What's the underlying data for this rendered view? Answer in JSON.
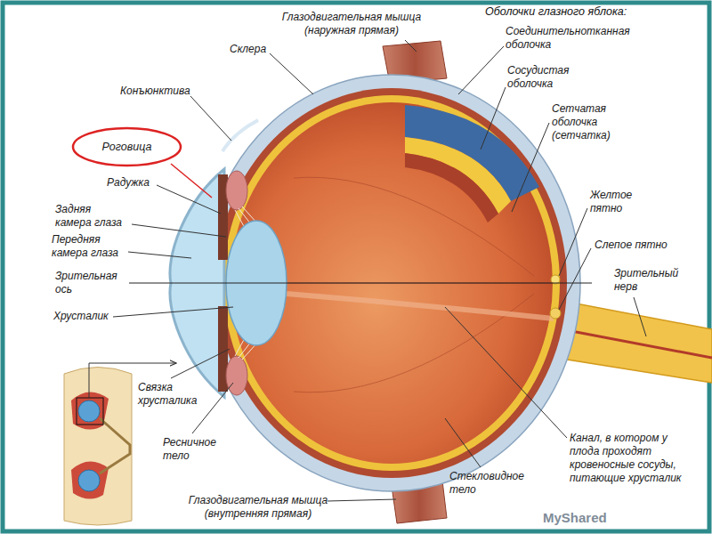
{
  "diagram": {
    "nodes": [
      {
        "text": [
          "Роговица"
        ]
      }
    ],
    "labels": [
      "Глазодвигательная мышца (наружная прямая)",
      "Склера",
      "Оболочки глазного яблока:",
      "Соединительнотканная оболочка",
      "Сосудистая оболочка",
      "Сетчатая оболочка (сетчатка)",
      "Конъюнктива",
      "Радужка",
      "Задняя камера глаза",
      "Передняя камера глаза",
      "Желтое пятно",
      "Слепое пятно",
      "Зрительная ось",
      "Зрительный нерв",
      "Хрусталик",
      "Связка хрусталика",
      "Ресничное тело",
      "Канал, в котором у плода проходят кровеносные сосуды, питающие хрусталик",
      "Стекловидное тело",
      "Глазодвигательная мышца (внутренняя прямая)",
      "MyShared"
    ]
  }
}
